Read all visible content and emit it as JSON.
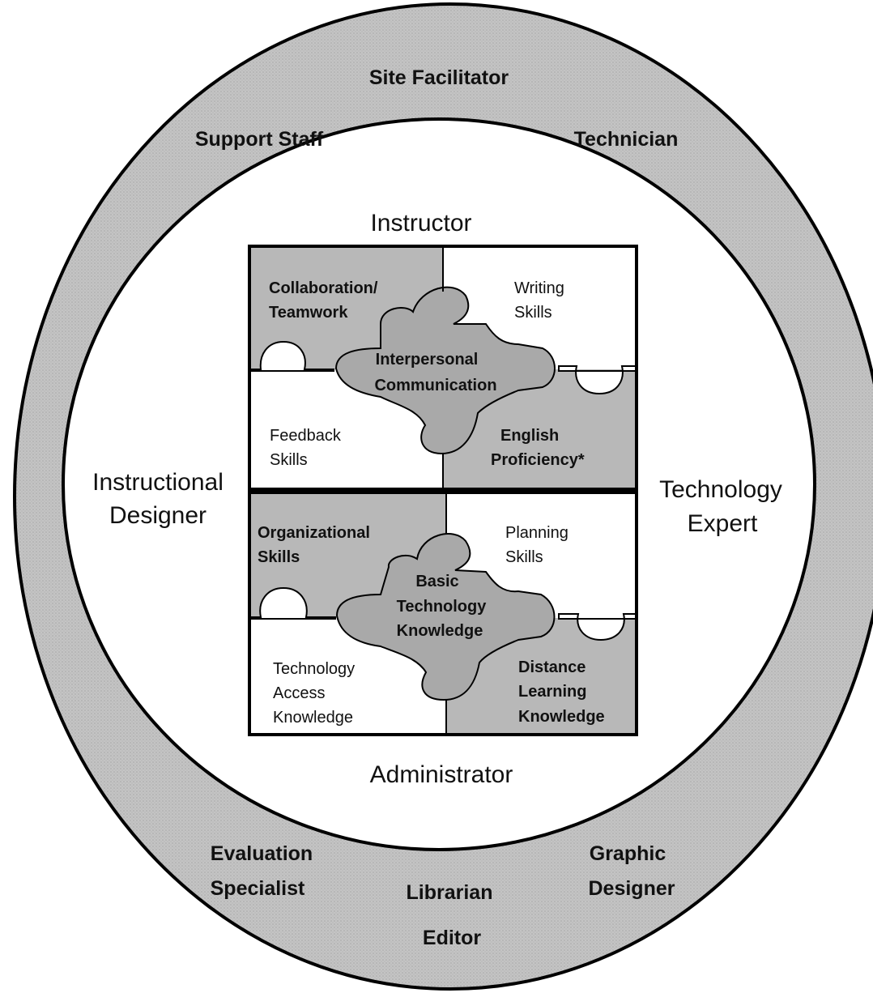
{
  "colors": {
    "ring_fill": "#c4c4c4",
    "inner_fill": "#ffffff",
    "shaded_piece": "#b8b8b8",
    "center_piece": "#a9a9a9",
    "white_piece": "#ffffff",
    "stroke": "#000000",
    "text": "#111111"
  },
  "outer_ring": {
    "site_facilitator": "Site Facilitator",
    "support_staff": "Support Staff",
    "technician": "Technician",
    "evaluation_specialist": [
      "Evaluation",
      "Specialist"
    ],
    "librarian": "Librarian",
    "graphic_designer": [
      "Graphic",
      "Designer"
    ],
    "editor": "Editor"
  },
  "inner_circle": {
    "instructor": "Instructor",
    "administrator": "Administrator",
    "instructional_designer": [
      "Instructional",
      "Designer"
    ],
    "technology_expert": [
      "Technology",
      "Expert"
    ]
  },
  "top_puzzle": {
    "top_left": [
      "Collaboration/",
      "Teamwork"
    ],
    "top_right": [
      "Writing",
      "Skills"
    ],
    "center": [
      "Interpersonal",
      "Communication"
    ],
    "bottom_left": [
      "Feedback",
      "Skills"
    ],
    "bottom_right": [
      "English",
      "Proficiency*"
    ]
  },
  "bottom_puzzle": {
    "top_left": [
      "Organizational",
      "Skills"
    ],
    "top_right": [
      "Planning",
      "Skills"
    ],
    "center": [
      "Basic",
      "Technology",
      "Knowledge"
    ],
    "bottom_left": [
      "Technology",
      "Access",
      "Knowledge"
    ],
    "bottom_right": [
      "Distance",
      "Learning",
      "Knowledge"
    ]
  }
}
